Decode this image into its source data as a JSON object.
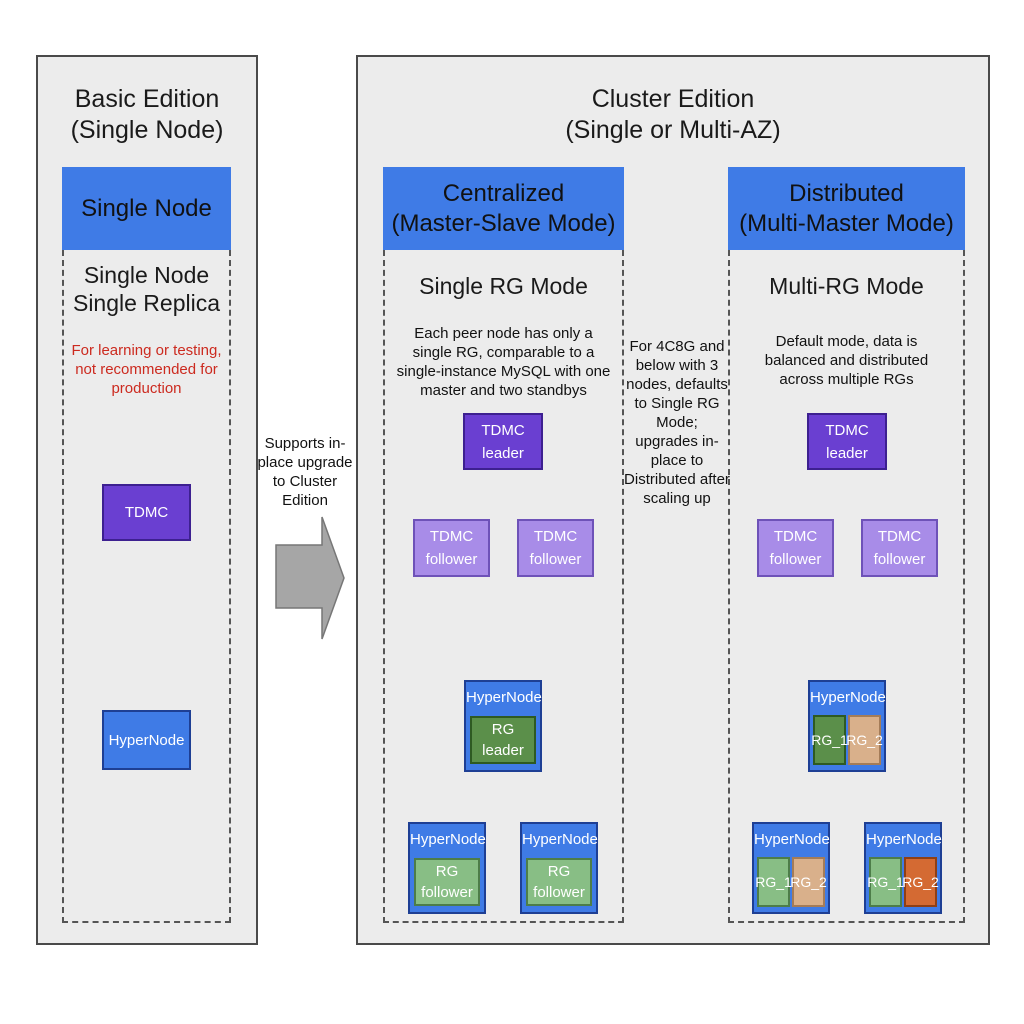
{
  "basic": {
    "title_line1": "Basic Edition",
    "title_line2": "(Single Node)",
    "header": "Single Node",
    "mode_line1": "Single Node",
    "mode_line2": "Single Replica",
    "note": "For learning or testing, not recommended for production",
    "tdmc": "TDMC",
    "hypernode": "HyperNode"
  },
  "upgrade_note": "Supports in-place upgrade to Cluster Edition",
  "cluster": {
    "title_line1": "Cluster Edition",
    "title_line2": "(Single or Multi-AZ)",
    "centralized": {
      "header_line1": "Centralized",
      "header_line2": "(Master-Slave Mode)",
      "mode": "Single RG Mode",
      "desc": "Each peer node has only a single RG, comparable to a single-instance MySQL with one master and two standbys",
      "leader_line1": "TDMC",
      "leader_line2": "leader",
      "follower_line1": "TDMC",
      "follower_line2": "follower",
      "hypernode": "HyperNode",
      "rg_leader_line1": "RG",
      "rg_leader_line2": "leader",
      "rg_follower_line1": "RG",
      "rg_follower_line2": "follower"
    },
    "transition_note": "For 4C8G and below with 3 nodes, defaults to Single RG Mode; upgrades in-place to Distributed after scaling up",
    "distributed": {
      "header_line1": "Distributed",
      "header_line2": "(Multi-Master Mode)",
      "mode": "Multi-RG Mode",
      "desc": "Default mode, data is balanced and distributed across multiple RGs",
      "leader_line1": "TDMC",
      "leader_line2": "leader",
      "follower_line1": "TDMC",
      "follower_line2": "follower",
      "hypernode": "HyperNode",
      "rg1": "RG_1",
      "rg2": "RG_2"
    }
  },
  "colors": {
    "header_blue": "#3f7be6",
    "tdmc_leader": "#6a3fd1",
    "tdmc_follower": "#a88ce8",
    "rg_leader_green": "#5b8f4a",
    "rg_follower_green": "#88be85",
    "rg_tan": "#d9b08b",
    "rg_orange": "#d46a33",
    "note_red": "#cc2a1f"
  }
}
